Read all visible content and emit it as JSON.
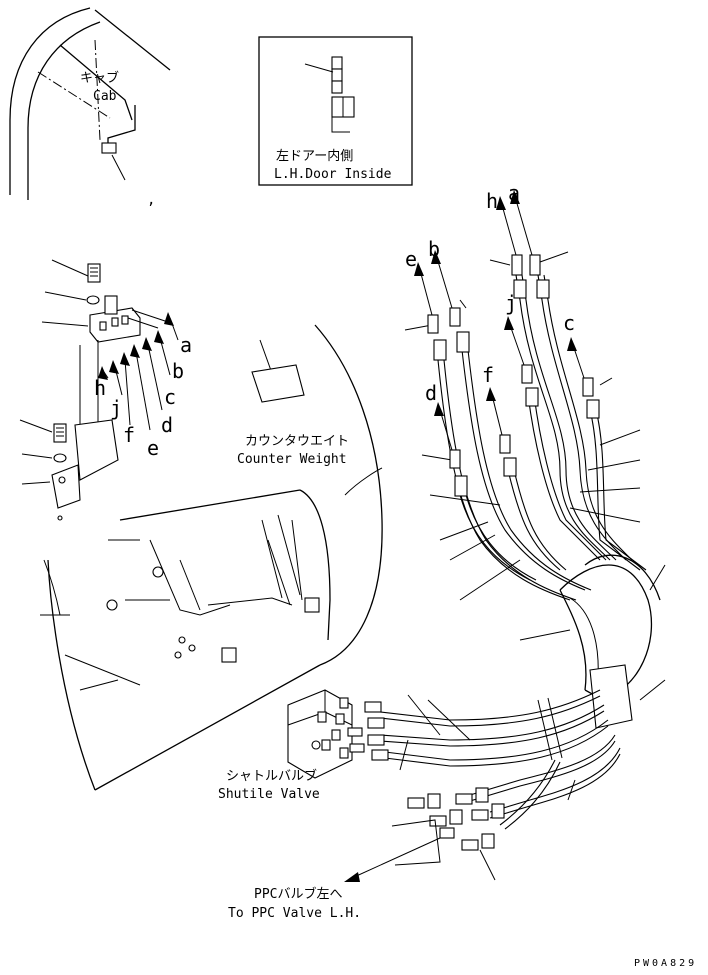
{
  "labels": {
    "cab_jp": "キャブ",
    "cab_en": "Cab",
    "door_jp": "左ドアー内側",
    "door_en": "L.H.Door Inside",
    "counter_jp": "カウンタウエイト",
    "counter_en": "Counter Weight",
    "shuttle_jp": "シャトルバルブ",
    "shuttle_en": "Shutile Valve",
    "ppc_jp": "PPCバルブ左へ",
    "ppc_en": "To PPC Valve L.H.",
    "code": "PW0A829",
    "comma": ","
  },
  "letters": {
    "a": "a",
    "b": "b",
    "c": "c",
    "d": "d",
    "e": "e",
    "f": "f",
    "h": "h",
    "j": "j"
  },
  "colors": {
    "line": "#000000",
    "background": "#ffffff"
  }
}
